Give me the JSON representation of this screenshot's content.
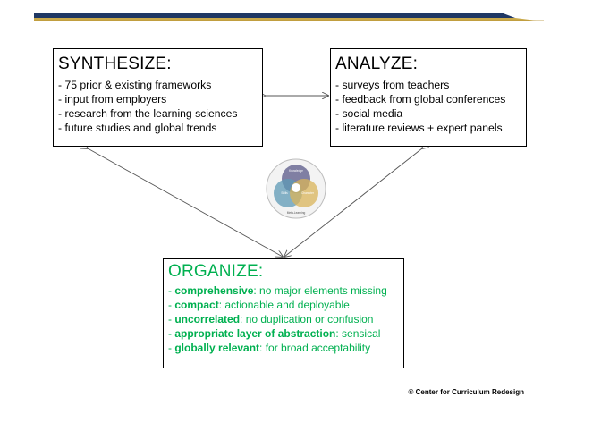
{
  "synthesize": {
    "title": "SYNTHESIZE:",
    "items": [
      "- 75 prior & existing frameworks",
      "- input from employers",
      "- research from the learning sciences",
      "- future studies and global trends"
    ]
  },
  "analyze": {
    "title": "ANALYZE:",
    "items": [
      "- surveys from teachers",
      "- feedback from global conferences",
      "- social media",
      "- literature reviews + expert panels"
    ]
  },
  "organize": {
    "title": "ORGANIZE:",
    "items": [
      {
        "prefix": "- ",
        "bold": "comprehensive",
        "rest": ": no major elements missing"
      },
      {
        "prefix": "- ",
        "bold": "compact",
        "rest": ": actionable and deployable"
      },
      {
        "prefix": "- ",
        "bold": "uncorrelated",
        "rest": ": no duplication or confusion"
      },
      {
        "prefix": "- ",
        "bold": "appropriate layer of abstraction",
        "rest": ": sensical"
      },
      {
        "prefix": "- ",
        "bold": "globally relevant",
        "rest": ": for broad acceptability"
      }
    ]
  },
  "venn": {
    "labels": [
      "Knowledge",
      "Skills",
      "Character",
      "Meta-Learning"
    ]
  },
  "footer": "© Center for Curriculum Redesign",
  "colors": {
    "organize_green": "#00b050",
    "bar_navy": "#1f3864",
    "bar_gold": "#c9a94a",
    "venn_purple": "#6b6a94",
    "venn_teal": "#5e9ab6",
    "venn_gold": "#d9b45a"
  }
}
